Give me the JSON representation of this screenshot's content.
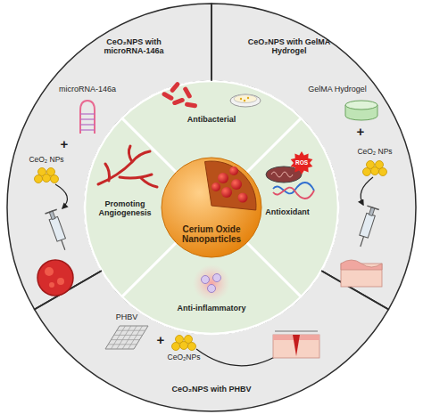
{
  "diagram": {
    "nodes": [
      {
        "text": [
          "CeO₂NPS with microRNA-146a"
        ]
      },
      {
        "text": [
          "CeO₂NPS with GelMA Hydrogel"
        ]
      },
      {
        "text": [
          "CeO₂NPS with PHBV"
        ]
      },
      {
        "text": [
          "Antibacterial"
        ]
      },
      {
        "text": [
          "Antioxidant"
        ]
      },
      {
        "text": [
          "Anti-inflammatory"
        ]
      },
      {
        "text": [
          "Promoting Angiogenesis"
        ]
      },
      {
        "text": [
          "Cerium Oxide Nanoparticles"
        ]
      }
    ],
    "labels": [
      "microRNA-146a",
      "+",
      "CeO₂ NPs",
      "GelMA Hydrogel",
      "+",
      "CeO₂ NPs",
      "ROS",
      "PHBV",
      "+",
      "CeO₂NPs"
    ]
  }
}
